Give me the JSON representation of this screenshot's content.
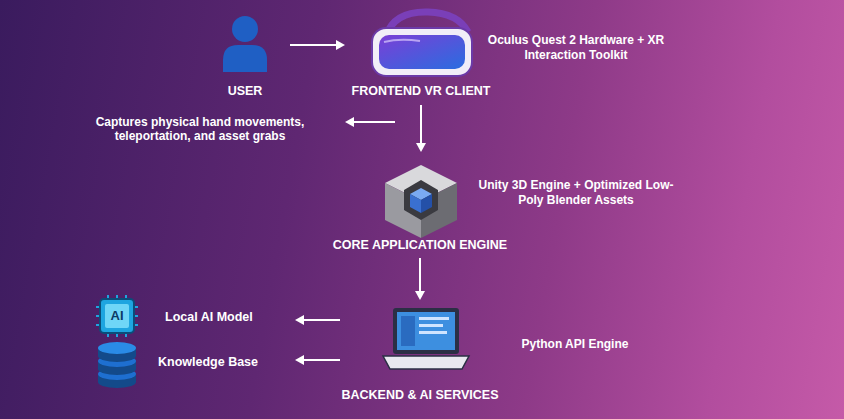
{
  "diagram": {
    "nodes": [
      {
        "text": [
          "USER"
        ]
      },
      {
        "text": [
          "FRONTEND VR CLIENT"
        ]
      },
      {
        "text": [
          "Captures physical hand movements, teleportation, and asset grabs"
        ]
      },
      {
        "text": [
          "CORE APPLICATION ENGINE"
        ]
      },
      {
        "text": [
          "BACKEND & AI SERVICES"
        ]
      },
      {
        "text": [
          "Local AI Model"
        ]
      },
      {
        "text": [
          "Knowledge Base"
        ]
      }
    ],
    "edges": [
      {
        "from": 0,
        "to": 1,
        "arrow": "to"
      },
      {
        "from": 1,
        "to": 2,
        "arrow": "to"
      },
      {
        "from": 1,
        "to": 3,
        "arrow": "to"
      },
      {
        "from": 3,
        "to": 4,
        "arrow": "to"
      },
      {
        "from": 4,
        "to": 5,
        "arrow": "to"
      },
      {
        "from": 4,
        "to": 6,
        "arrow": "to"
      }
    ],
    "labels": [
      "Oculus Quest 2 Hardware + XR Interaction Toolkit",
      "Unity 3D Engine + Optimized Low-Poly Blender Assets",
      "Python API Engine",
      "AI"
    ]
  }
}
